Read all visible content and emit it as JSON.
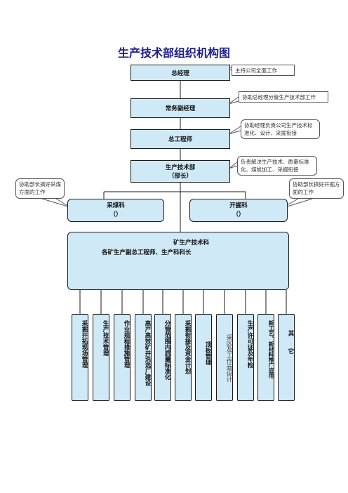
{
  "title": "生产技术部组织机构图",
  "nodes": {
    "general_manager": "总经理",
    "executive_deputy": "常务副经理",
    "chief_engineer": "总工程师",
    "tech_dept_line1": "生产技术部",
    "tech_dept_line2": "（部长）",
    "coal_mining_line1": "采煤科",
    "coal_mining_line2": "（）",
    "tunneling_line1": "开掘科",
    "tunneling_line2": "（）",
    "mine_tech_line1": "矿生产技术科",
    "mine_tech_line2": "各矿生产副总工程师、生产科科长"
  },
  "notes": {
    "gm": "主持公司全面工作",
    "deputy": "协助总经理分管生产技术部工作",
    "chief": "协助经理负责公司生产技术标准化、设计、采掘衔接",
    "dept": "负责解决生产技术、质量标准化、煤炭加工、采掘衔接",
    "left": "协助部长搞好采煤方面的工作",
    "right": "协助部长搞好开掘方面的工作"
  },
  "functions": [
    "采掘开拓现场管理",
    "生产技术管理",
    "作业规程措施管理",
    "高产高效矿井洗选厂建设",
    "分管范围内质量标准化",
    "采掘衔接及资金计划",
    "顶板管理",
    "采区及工作面设计",
    "生产许可证及年检",
    "新工艺、新材料推广应用",
    "其　　它"
  ]
}
